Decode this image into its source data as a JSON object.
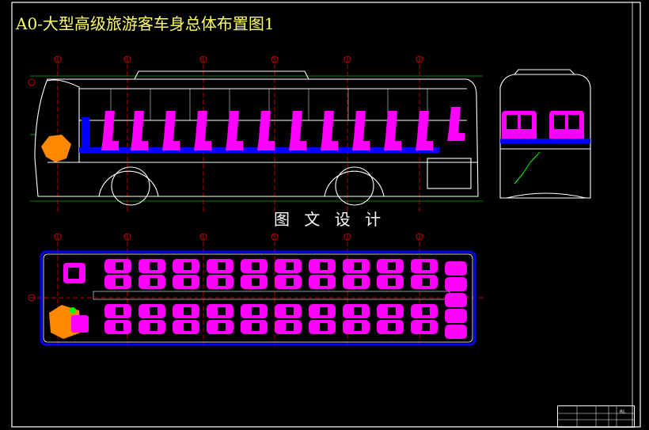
{
  "title": "A0-大型高级旅游客车身总体布置图1",
  "caption": "图 文 设 计",
  "title_block": {
    "ref": "RL"
  },
  "colors": {
    "seat": "#ff00ff",
    "floor": "#0000ff",
    "outline": "#ffffff",
    "driver": "#ff8800",
    "dim": "#00ff00",
    "center": "#ff0000",
    "title": "#ffff66"
  },
  "views": [
    "side-view",
    "front-view",
    "plan-view"
  ]
}
